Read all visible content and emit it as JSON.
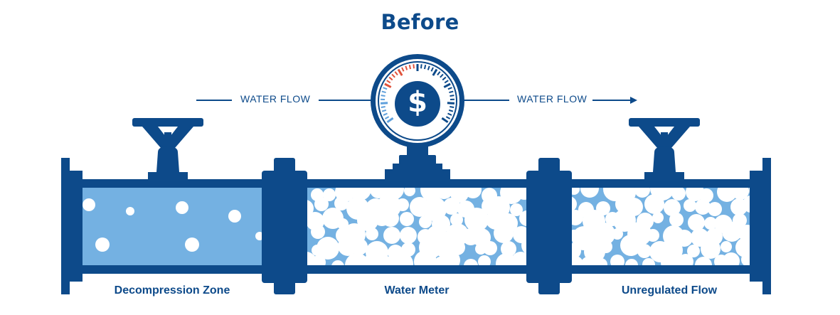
{
  "title": "Before",
  "flow_labels": [
    "WATER FLOW",
    "WATER FLOW"
  ],
  "sections": [
    {
      "label": "Decompression Zone",
      "bubble_density": "sparse"
    },
    {
      "label": "Water Meter",
      "bubble_density": "dense"
    },
    {
      "label": "Unregulated Flow",
      "bubble_density": "dense"
    }
  ],
  "gauge": {
    "symbol": "$"
  },
  "colors": {
    "pipe_dark": "#0d4a8a",
    "water": "#74b1e2",
    "bubble": "#ffffff",
    "gauge_red": "#e0533c",
    "gauge_blue": "#5fa0dc",
    "text": "#0d4a8a"
  }
}
